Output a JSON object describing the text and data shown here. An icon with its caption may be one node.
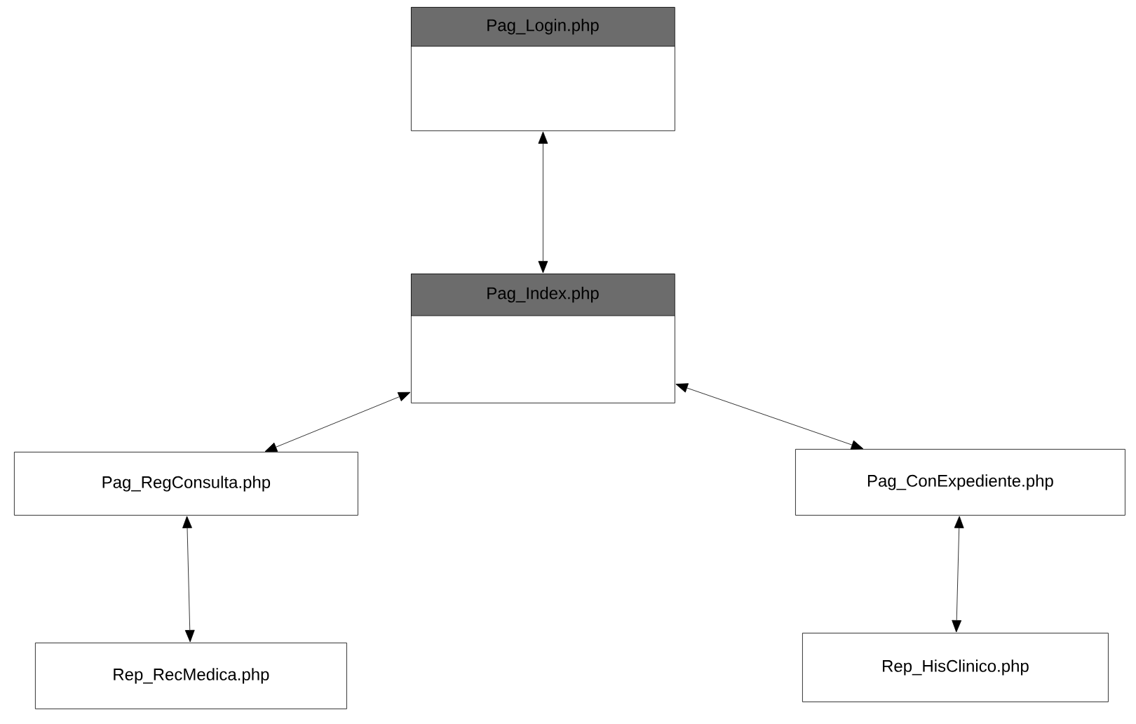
{
  "diagram": {
    "nodes": [
      {
        "text": [
          "Pag_Login.php"
        ]
      },
      {
        "text": [
          "Pag_Index.php"
        ]
      },
      {
        "text": [
          "Pag_RegConsulta.php"
        ]
      },
      {
        "text": [
          "Pag_ConExpediente.php"
        ]
      },
      {
        "text": [
          "Rep_RecMedica.php"
        ]
      },
      {
        "text": [
          "Rep_HisClinico.php"
        ]
      }
    ],
    "edges": [
      {
        "from": 0,
        "to": 1,
        "arrow": "both"
      },
      {
        "from": 1,
        "to": 2,
        "arrow": "both"
      },
      {
        "from": 1,
        "to": 3,
        "arrow": "both"
      },
      {
        "from": 2,
        "to": 4,
        "arrow": "both"
      },
      {
        "from": 3,
        "to": 5,
        "arrow": "both"
      }
    ]
  }
}
